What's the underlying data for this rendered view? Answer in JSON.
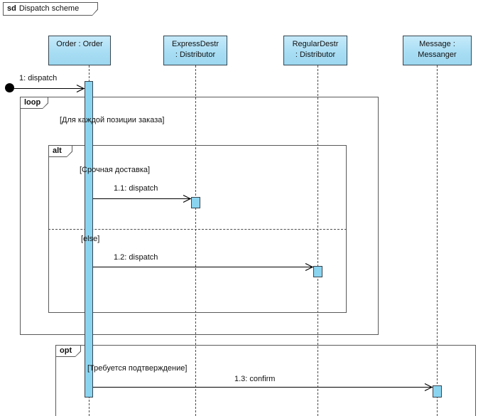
{
  "frame_title": {
    "keyword": "sd",
    "name": "Dispatch scheme"
  },
  "lifelines": [
    {
      "line1": "Order : Order",
      "line2": ""
    },
    {
      "line1": "ExpressDestr",
      "line2": ": Distributor"
    },
    {
      "line1": "RegularDestr",
      "line2": ": Distributor"
    },
    {
      "line1": "Message :",
      "line2": "Messanger"
    }
  ],
  "fragments": {
    "loop": {
      "operator": "loop",
      "guard": "[Для каждой позиции заказа]"
    },
    "alt": {
      "operator": "alt",
      "guard_if": "[Срочная доставка]",
      "guard_else": "[else]"
    },
    "opt": {
      "operator": "opt",
      "guard": "[Требуется подтверждение]"
    }
  },
  "messages": {
    "m1": "1: dispatch",
    "m11": "1.1: dispatch",
    "m12": "1.2: dispatch",
    "m13": "1.3: confirm"
  },
  "colors": {
    "lifeline_fill": "#a9def4",
    "activation_fill": "#8bd4f0",
    "shape_border": "#36454f",
    "frame_border": "#5a5a5a",
    "text": "#111111",
    "line": "#000000"
  }
}
